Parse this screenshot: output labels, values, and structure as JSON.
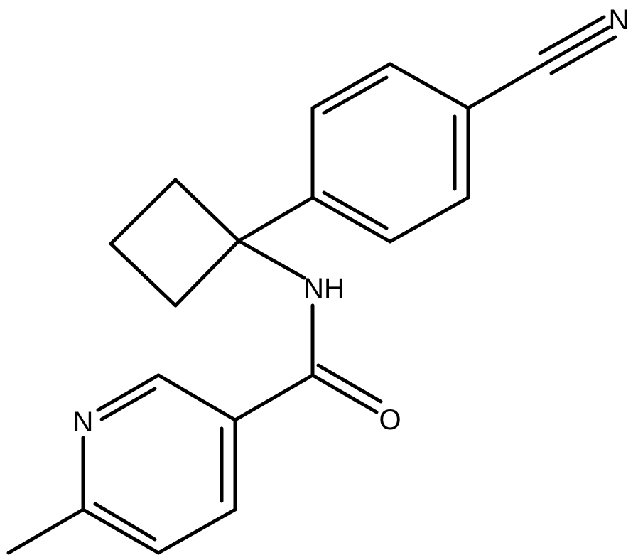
{
  "atoms": {
    "nitrile_n": "N",
    "amide_nh": "NH",
    "carbonyl_o": "O",
    "pyridine_n": "N"
  },
  "colors": {
    "bond": "#000000",
    "label": "#000000",
    "background": "#ffffff"
  }
}
